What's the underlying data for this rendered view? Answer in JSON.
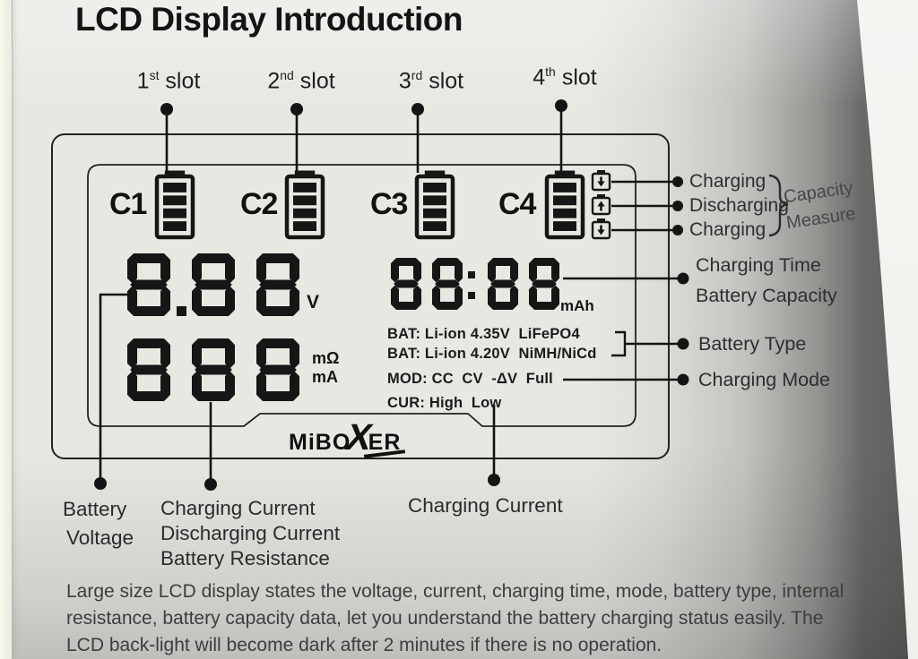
{
  "page": {
    "title": "LCD Display Introduction",
    "paragraph": [
      "Large size LCD display states the voltage, current, charging time, mode, battery type, internal",
      "resistance, battery capacity data, let you understand the battery charging status easily. The",
      "LCD back-light will become dark after 2 minutes if there is no operation."
    ]
  },
  "slots": [
    {
      "num": "1",
      "suffix": "st",
      "word": "slot"
    },
    {
      "num": "2",
      "suffix": "nd",
      "word": "slot"
    },
    {
      "num": "3",
      "suffix": "rd",
      "word": "slot"
    },
    {
      "num": "4",
      "suffix": "th",
      "word": "slot"
    }
  ],
  "lcd": {
    "channels": [
      "C1",
      "C2",
      "C3",
      "C4"
    ],
    "voltage_value": "8.88",
    "voltage_unit": "V",
    "resistance_value": "888",
    "resistance_unit": "mΩ",
    "current_unit": "mA",
    "time_value": "88:88",
    "capacity_unit": "mAh",
    "info_lines": [
      "BAT: Li-ion 4.35V  LiFePO4",
      "BAT: Li-ion 4.20V  NiMH/NiCd",
      "MOD: CC  CV  -ΔV  Full",
      "CUR: High  Low"
    ],
    "logo": {
      "pre": "MiBO",
      "x": "X",
      "post": "ER"
    }
  },
  "callouts": {
    "capacity": {
      "items": [
        "Charging",
        "Discharging",
        "Charging"
      ],
      "icons": [
        "battery-arrow-down-icon",
        "battery-arrow-up-icon",
        "battery-arrow-down-icon"
      ],
      "group_line1": "Capacity",
      "group_line2": "Measure"
    },
    "charging_time": "Charging Time",
    "battery_capacity": "Battery Capacity",
    "battery_type": "Battery Type",
    "charging_mode": "Charging Mode",
    "battery_voltage_line1": "Battery",
    "battery_voltage_line2": "Voltage",
    "current_group": [
      "Charging Current",
      "Discharging Current",
      "Battery Resistance"
    ],
    "charging_current": "Charging Current"
  },
  "colors": {
    "ink": "#161616",
    "label": "#2e2e2e",
    "page": "#e8e8e3"
  }
}
